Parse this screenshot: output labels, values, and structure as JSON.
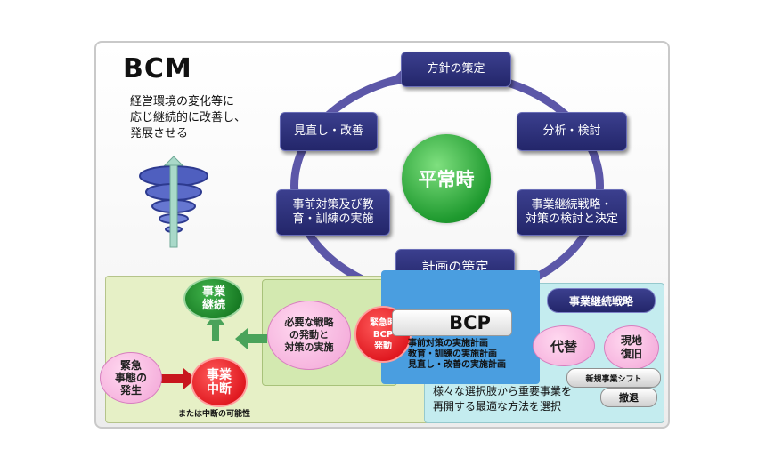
{
  "title": "BCM",
  "description": [
    "経営環境の変化等に",
    "応じ継続的に改善し、",
    "発展させる"
  ],
  "cycle": {
    "center": "平常時",
    "steps": [
      "方針の策定",
      "分析・検討",
      "事業継続戦略・\n対策の検討と決定",
      "計画の策定",
      "事前対策及び教\n育・訓練の実施",
      "見直し・改善"
    ]
  },
  "emergency": {
    "occurrence": "緊急\n事態の\n発生",
    "interruption": "事業\n中断",
    "interruption_note": "または中断の可能性",
    "continuation": "事業\n継続",
    "strategy_action": "必要な戦略\nの発動と\n対策の実施",
    "bcp_trigger": "緊急時\nBCP\n発動"
  },
  "bcp": {
    "label": "BCP",
    "items": [
      "事前対策の実施計画",
      "教育・訓練の実施計画",
      "見直し・改善の実施計画"
    ]
  },
  "strategy": {
    "title": "事業継続戦略",
    "options": [
      "代替",
      "現地\n復旧",
      "新規事業シフト",
      "撤退"
    ],
    "caption": [
      "様々な選択肢から重要事業を",
      "再開する最適な方法を選択"
    ]
  },
  "colors": {
    "step_box": "#2c2f7a",
    "ring": "#5c57a8",
    "center": "#1f9a2f",
    "interruption": "#d4000a",
    "continuation": "#0c6a18",
    "pink": "#f2a3d6",
    "bcp_panel": "#4a9ee0",
    "strategy_panel": "#c4ecef",
    "emergency_panel": "#e6f0c6"
  }
}
